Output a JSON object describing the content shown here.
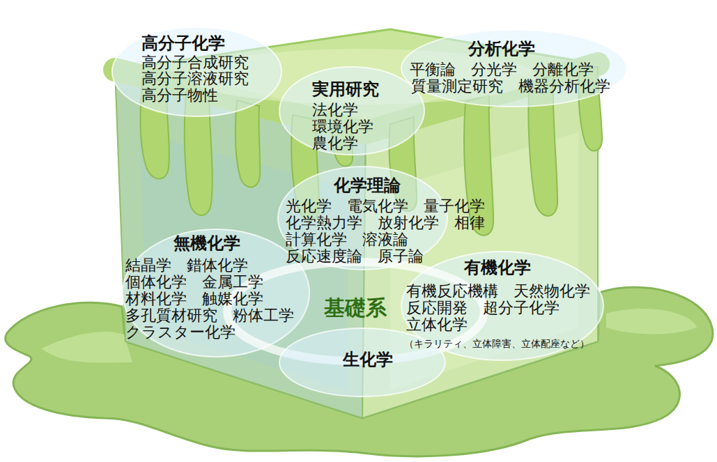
{
  "diagram": {
    "nodes": [
      {
        "text": [
          "高分子化学",
          "高分子合成研究",
          "高分子溶液研究",
          "高分子物性"
        ]
      },
      {
        "text": [
          "分析化学",
          "平衡論　分光学　分離化学",
          "質量測定研究　機器分析化学"
        ]
      },
      {
        "text": [
          "実用研究",
          "法化学",
          "環境化学",
          "農化学"
        ]
      },
      {
        "text": [
          "化学理論",
          "光化学　電気化学　量子化学",
          "化学熱力学　放射化学　相律",
          "計算化学　溶液論",
          "反応速度論　原子論"
        ]
      },
      {
        "text": [
          "無機化学",
          "結晶学　錯体化学",
          "個体化学　金属工学",
          "材料化学　触媒化学",
          "多孔質材研究　粉体工学",
          "クラスター化学"
        ]
      },
      {
        "text": [
          "有機化学",
          "有機反応機構　天然物化学",
          "反応開発　超分子化学",
          "立体化学",
          "（キラリティ、立体障害、立体配座など）"
        ]
      },
      {
        "text": [
          "基礎系"
        ]
      },
      {
        "text": [
          "生化学"
        ]
      }
    ]
  }
}
